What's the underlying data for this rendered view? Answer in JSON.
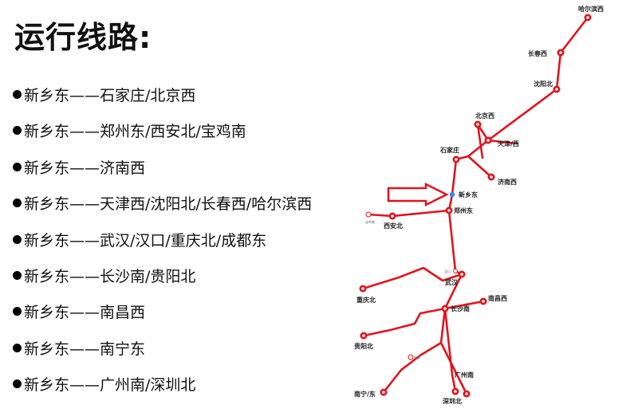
{
  "title": "运行线路:",
  "routes": [
    "新乡东——石家庄/北京西",
    "新乡东——郑州东/西安北/宝鸡南",
    "新乡东——济南西",
    "新乡东——天津西/沈阳北/长春西/哈尔滨西",
    "新乡东——武汉/汉口/重庆北/成都东",
    "新乡东——长沙南/贵阳北",
    "新乡东——南昌西",
    "新乡东——南宁东",
    "新乡东——广州南/深圳北"
  ],
  "map": {
    "line_color": "#e0141e",
    "origin_color": "#3b82f6",
    "stations": {
      "harbin": "哈尔滨西",
      "changchun": "长春西",
      "shenyang": "沈阳北",
      "beijing": "北京西",
      "tianjin": "天津/西",
      "shijiazhuang": "石家庄",
      "jinan": "济南西",
      "xinxiang": "新乡东",
      "zhengzhou": "郑州东",
      "xian": "西安北",
      "wuhan": "武汉",
      "chongqing": "重庆北",
      "changsha": "长沙南",
      "nanchang": "南昌西",
      "guiyang": "贵阳北",
      "guangzhou": "广州南",
      "nanning": "南宁/东",
      "shenzhen": "深圳北"
    },
    "minor_labels": {
      "baoji": "宝鸡南",
      "hankou": "汉口",
      "guilin": "桂林"
    }
  }
}
